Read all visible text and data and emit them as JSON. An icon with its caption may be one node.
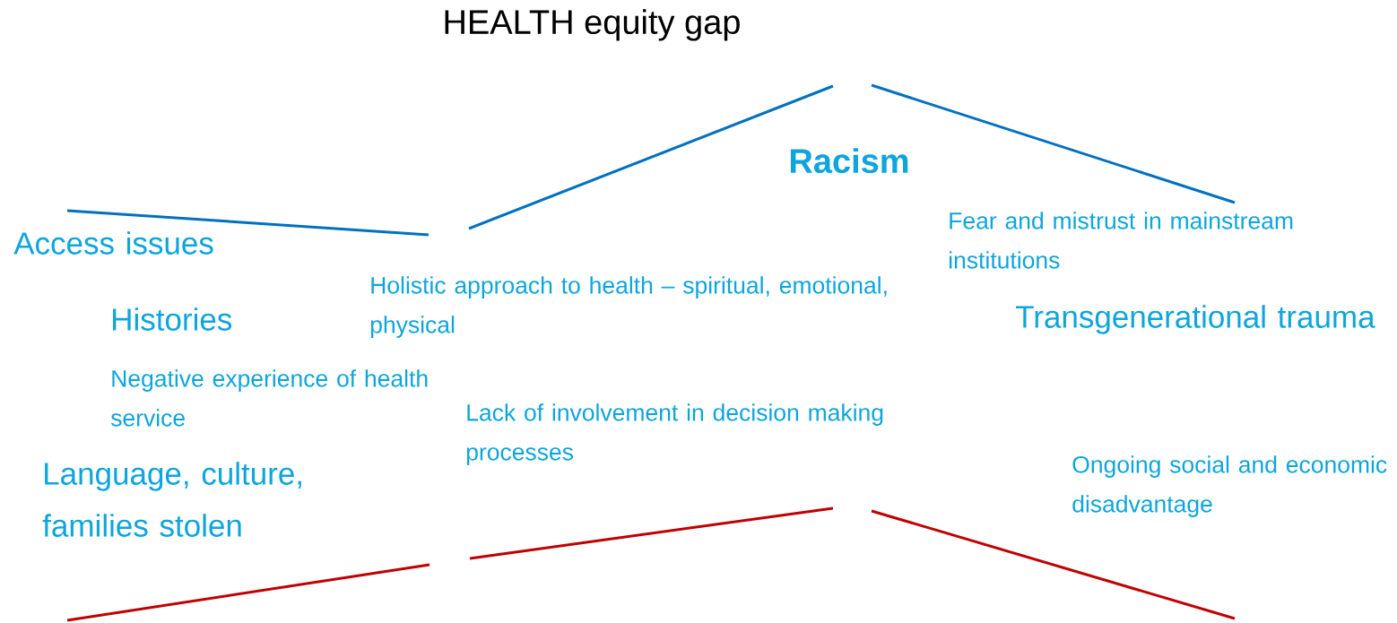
{
  "diagram": {
    "title": "HEALTH equity gap",
    "labels": [
      "Racism",
      "Access issues",
      "Fear and mistrust in mainstream institutions",
      "Holistic approach to health – spiritual, emotional, physical",
      "Histories",
      "Transgenerational trauma",
      "Negative experience of health service",
      "Lack of involvement in decision making processes",
      "Language, culture, families stolen",
      "Ongoing social and economic disadvantage"
    ]
  }
}
